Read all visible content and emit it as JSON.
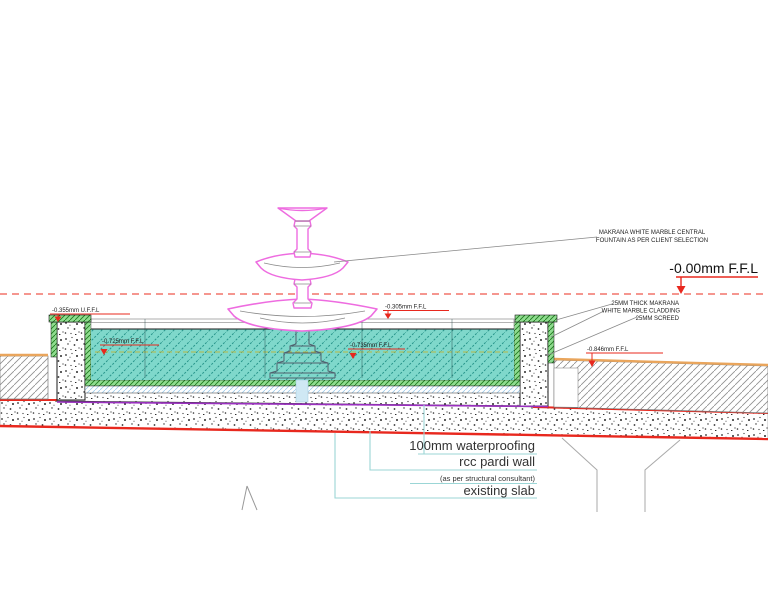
{
  "annotations": {
    "fountain_note": {
      "line1": "MAKRANA WHITE MARBLE CENTRAL",
      "line2": "FOUNTAIN AS PER CLIENT SELECTION"
    },
    "cladding_note": {
      "line1": "25MM THICK MAKRANA",
      "line2": "WHITE MARBLE CLADDING",
      "line3": "25MM SCREED"
    },
    "levels": {
      "ffl_zero": "-0.00mm F.F.L",
      "uffl_wall": "-0.355mm U.F.F.L",
      "ffl_rim": "-0.305mm F.F.L",
      "ffl_water_left": "-0.725mm F.F.L",
      "ffl_water_center": "-0.735mm F.F.L",
      "ffl_floor_right": "-0.846mm F.F.L"
    },
    "bottom_labels": {
      "waterproofing": "100mm waterproofing",
      "pardi_wall": "rcc pardi wall",
      "consultant": "(as per structural consultant)",
      "existing_slab": "existing slab"
    }
  },
  "colors": {
    "datum_dashed_red": "#f2736a",
    "arrow_red": "#e8281e",
    "membrane_purple": "#9a2fc0",
    "water_teal": "#7fd8cb",
    "water_hatch": "#27948a",
    "cladding_green": "#8fdc8f",
    "screed_orange": "#e9a55c",
    "leader_teal": "#9bd6d6",
    "fountain_magenta": "#ee6ce0"
  }
}
